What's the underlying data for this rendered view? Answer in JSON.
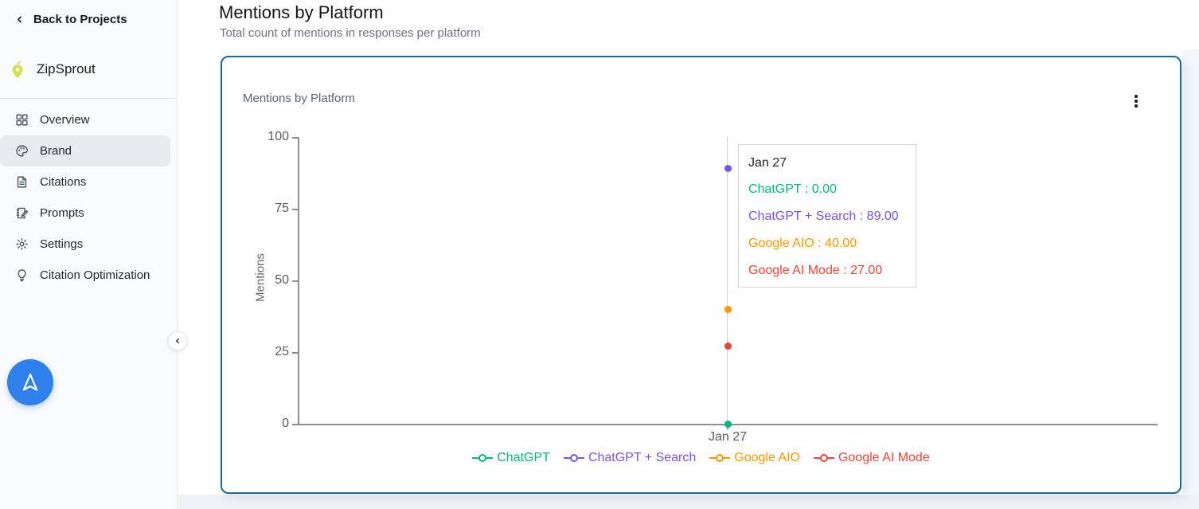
{
  "sidebar": {
    "back_label": "Back to Projects",
    "project_name": "ZipSprout",
    "items": [
      {
        "label": "Overview",
        "icon": "grid-icon",
        "active": false
      },
      {
        "label": "Brand",
        "icon": "palette-icon",
        "active": true
      },
      {
        "label": "Citations",
        "icon": "document-icon",
        "active": false
      },
      {
        "label": "Prompts",
        "icon": "notebook-pencil-icon",
        "active": false
      },
      {
        "label": "Settings",
        "icon": "gear-icon",
        "active": false
      },
      {
        "label": "Citation Optimization",
        "icon": "lightbulb-icon",
        "active": false
      }
    ],
    "collapse_icon": "chevron-left-icon",
    "fab_icon": "paper-plane-icon",
    "fab_color": "#2f80ed",
    "pin_color": "#d4e157"
  },
  "header": {
    "title": "Mentions by Platform",
    "subtitle": "Total count of mentions in responses per platform"
  },
  "card": {
    "title": "Mentions by Platform",
    "menu_icon": "kebab-menu-icon",
    "border_color": "#1b6a96"
  },
  "chart_data": {
    "type": "line",
    "title": "Mentions by Platform",
    "x": [
      "Jan 27"
    ],
    "series": [
      {
        "name": "ChatGPT",
        "color": "#00ba7c",
        "values": [
          0
        ]
      },
      {
        "name": "ChatGPT + Search",
        "color": "#7a52f4",
        "values": [
          89
        ]
      },
      {
        "name": "Google AIO",
        "color": "#ff9800",
        "values": [
          40
        ]
      },
      {
        "name": "Google AI Mode",
        "color": "#f44336",
        "values": [
          27
        ]
      }
    ],
    "xlabel": "",
    "ylabel": "Mentions",
    "ylim": [
      0,
      100
    ],
    "yticks": [
      0,
      25,
      50,
      75,
      100
    ],
    "grid": false,
    "legend_position": "bottom",
    "tooltip": {
      "title": "Jan 27",
      "entries": [
        {
          "label": "ChatGPT",
          "value": "0.00"
        },
        {
          "label": "ChatGPT + Search",
          "value": "89.00"
        },
        {
          "label": "Google AIO",
          "value": "40.00"
        },
        {
          "label": "Google AI Mode",
          "value": "27.00"
        }
      ]
    }
  }
}
